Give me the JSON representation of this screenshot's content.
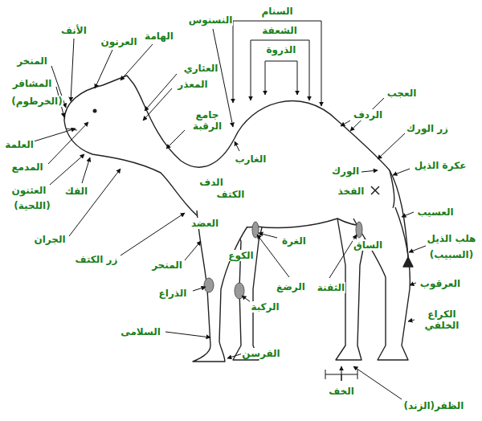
{
  "diagram": {
    "labels": [
      "السنام",
      "الشعفة",
      "الذروة",
      "النسنوس",
      "الأنف",
      "العرنون",
      "الهامة",
      "المنخر",
      "المشافر",
      "(الخرطوم)",
      "العثاري",
      "المعذر",
      "جامع الرقبة",
      "العجب",
      "الردف",
      "زر الورك",
      "العلمة",
      "المدمع",
      "الغارب",
      "الورك",
      "عكرة الذيل",
      "العثنون",
      "الفك",
      "(اللحية)",
      "الدف",
      "الكتف",
      "الفخذ",
      "العسيب",
      "الجران",
      "العضد",
      "الكوع",
      "الغرة",
      "الساق",
      "هلب الذيل",
      "(السبيب)",
      "زر الكتف",
      "المنحر",
      "الرضغ",
      "الثفنة",
      "العرقوب",
      "الذراع",
      "الركبة",
      "الكراع الخلفي",
      "السلامى",
      "الفرسن",
      "الخف",
      "الظفر(الزند)"
    ]
  }
}
